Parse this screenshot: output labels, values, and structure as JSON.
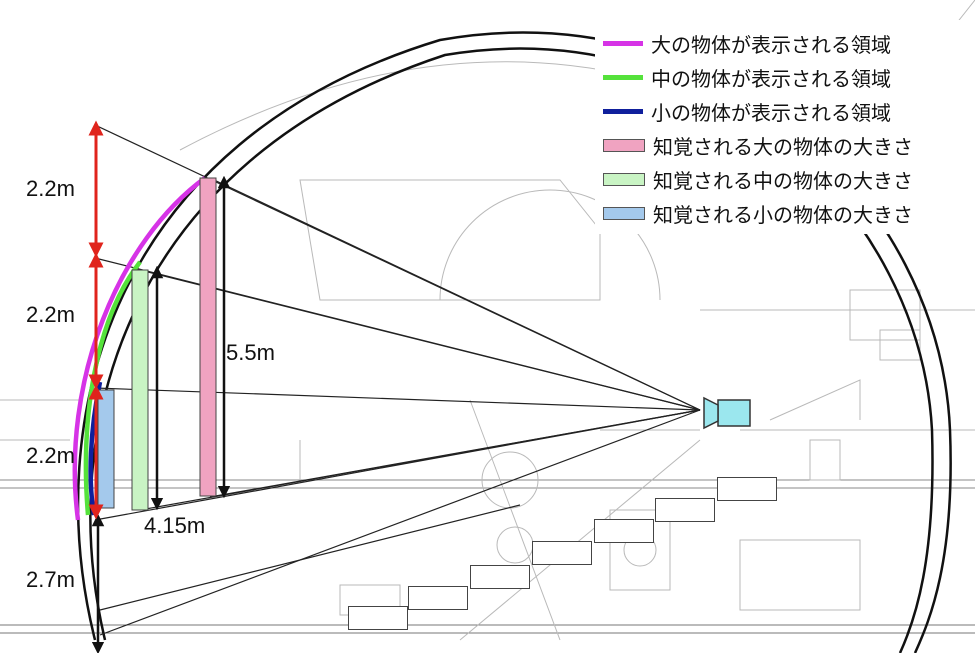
{
  "legend": [
    {
      "label": "大の物体が表示される領域",
      "kind": "line",
      "color": "#d633e6"
    },
    {
      "label": "中の物体が表示される領域",
      "kind": "line",
      "color": "#55e23b"
    },
    {
      "label": "小の物体が表示される領域",
      "kind": "line",
      "color": "#0f1f9c"
    },
    {
      "label": "知覚される大の物体の大きさ",
      "kind": "rect",
      "color": "#f0a3c1"
    },
    {
      "label": "知覚される中の物体の大きさ",
      "kind": "rect",
      "color": "#c9f4c4"
    },
    {
      "label": "知覚される小の物体の大きさ",
      "kind": "rect",
      "color": "#a4c9ec"
    }
  ],
  "dimensions": {
    "upper": "2.2m",
    "middle": "2.2m",
    "lower": "2.2m",
    "base": "2.7m",
    "large": "5.5m",
    "medium": "4.15m"
  },
  "colors": {
    "arrow_red": "#e0241c",
    "arrow_black": "#111111",
    "dome_black": "#111111"
  }
}
